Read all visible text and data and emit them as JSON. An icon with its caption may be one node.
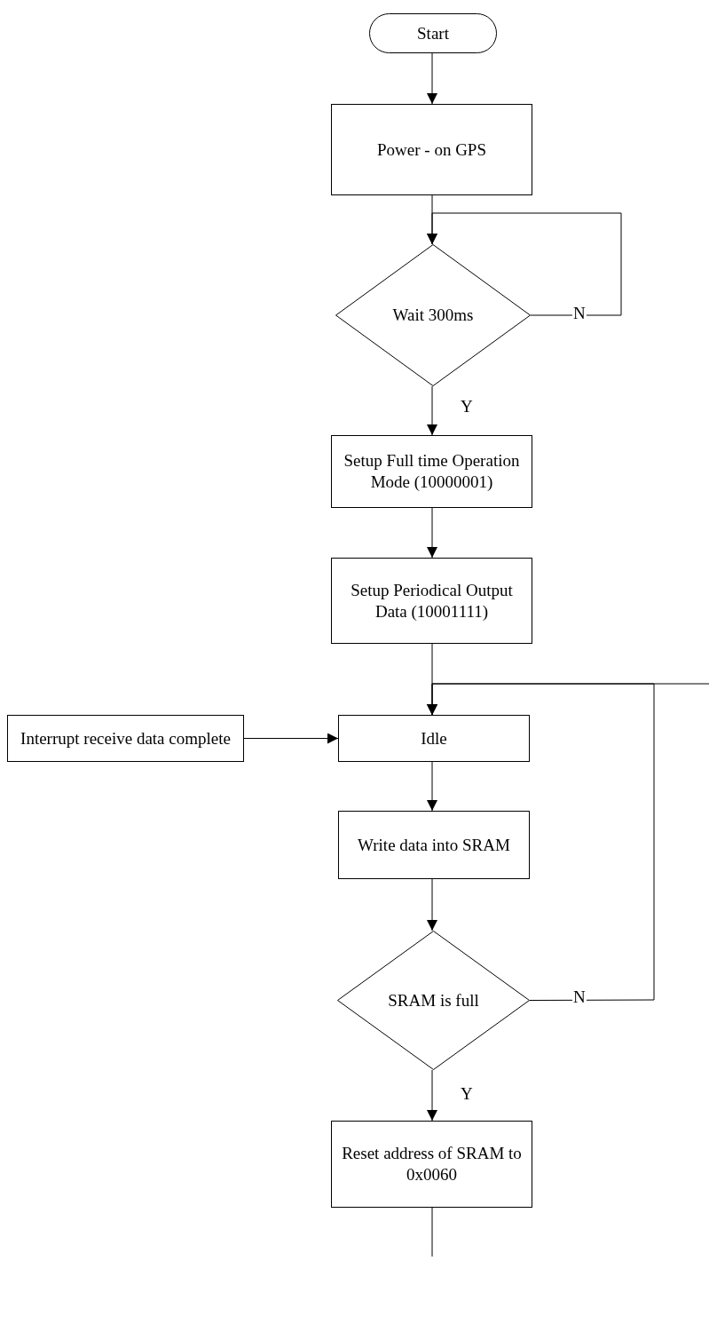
{
  "diagram": {
    "nodes": [
      {
        "text": [
          "Start"
        ]
      },
      {
        "text": [
          "Power - on GPS"
        ]
      },
      {
        "text": [
          "Wait 300ms"
        ]
      },
      {
        "text": [
          "Setup Full time Operation Mode (10000001)"
        ]
      },
      {
        "text": [
          "Setup Periodical Output Data (10001111)"
        ]
      },
      {
        "text": [
          "Interrupt receive data complete"
        ]
      },
      {
        "text": [
          "Idle"
        ]
      },
      {
        "text": [
          "Write data into SRAM"
        ]
      },
      {
        "text": [
          "SRAM is full"
        ]
      },
      {
        "text": [
          "Reset address of SRAM to 0x0060"
        ]
      }
    ],
    "edges": [
      {
        "from": 0,
        "to": 1,
        "arrow": "to"
      },
      {
        "from": 1,
        "to": 2,
        "arrow": "to"
      },
      {
        "from": 2,
        "to": 2,
        "arrow": "to",
        "label": "N"
      },
      {
        "from": 2,
        "to": 3,
        "arrow": "to",
        "label": "Y"
      },
      {
        "from": 3,
        "to": 4,
        "arrow": "to"
      },
      {
        "from": 4,
        "to": 6,
        "arrow": "to"
      },
      {
        "from": 5,
        "to": 6,
        "arrow": "to"
      },
      {
        "from": 6,
        "to": 7,
        "arrow": "to"
      },
      {
        "from": 7,
        "to": 8,
        "arrow": "to"
      },
      {
        "from": 8,
        "to": 6,
        "arrow": "to",
        "label": "N"
      },
      {
        "from": null,
        "to": 6,
        "arrow": "to"
      },
      {
        "from": 8,
        "to": 9,
        "arrow": "to",
        "label": "Y"
      },
      {
        "from": 9,
        "to": null,
        "arrow": "none"
      }
    ]
  }
}
